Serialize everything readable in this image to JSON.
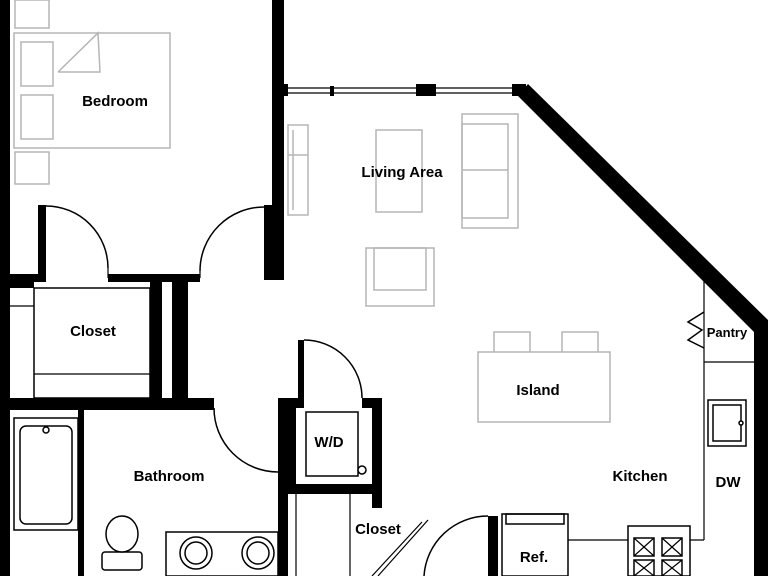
{
  "rooms": {
    "bedroom": "Bedroom",
    "living_area": "Living Area",
    "closet_left": "Closet",
    "island": "Island",
    "pantry": "Pantry",
    "wd": "W/D",
    "bathroom": "Bathroom",
    "kitchen": "Kitchen",
    "dw": "DW",
    "closet_bottom": "Closet",
    "ref": "Ref."
  }
}
